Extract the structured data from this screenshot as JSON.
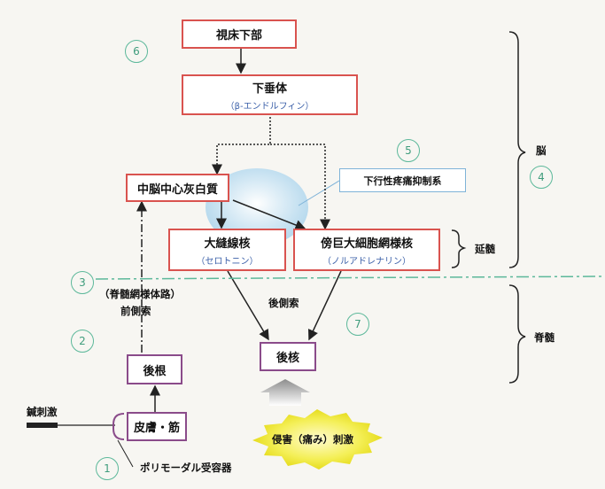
{
  "boxes": {
    "hypothalamus": "視床下部",
    "pituitary": "下垂体",
    "pituitary_sub": "（β-エンドルフィン）",
    "pag": "中脳中心灰白質",
    "raphe": "大縫線核",
    "raphe_sub": "（セロトニン）",
    "paragiganto": "傍巨大細胞網様核",
    "paragiganto_sub": "（ノルアドレナリン）",
    "dorsal_horn": "後核",
    "dorsal_root": "後根",
    "skin": "皮膚・筋"
  },
  "labels": {
    "descending": "下行性疼痛抑制系",
    "medulla": "延髄",
    "brain": "脳",
    "spinal_cord": "脊髄",
    "pathway_line1": "（脊髄網様体路）",
    "pathway_line2": "前側索",
    "lateral": "後側索",
    "acupuncture": "鍼刺激",
    "receptor": "ポリモーダル受容器",
    "noxious": "侵害（痛み）刺激"
  },
  "numbers": [
    "①",
    "②",
    "③",
    "④",
    "⑤",
    "⑥",
    "⑦"
  ],
  "numbers_display": [
    "1",
    "2",
    "3",
    "4",
    "5",
    "6",
    "7"
  ]
}
